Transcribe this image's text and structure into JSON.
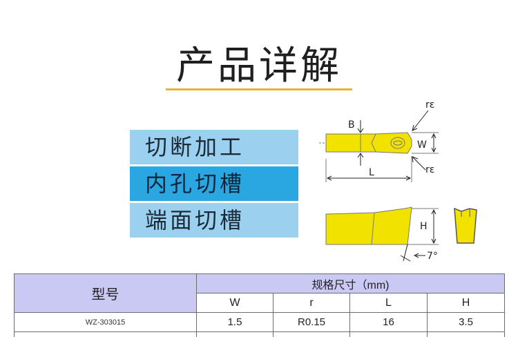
{
  "title": "产品详解",
  "applications": [
    "切断加工",
    "内孔切槽",
    "端面切槽"
  ],
  "diagram": {
    "labels": {
      "b": "B",
      "w": "W",
      "l": "L",
      "h": "H",
      "r_top": "rε",
      "r_bottom": "rε",
      "angle": "7°"
    }
  },
  "table": {
    "model_header": "型号",
    "group_header": "规格尺寸（mm)",
    "columns": [
      "W",
      "r",
      "L",
      "H"
    ],
    "rows": [
      {
        "model": "WZ-303015",
        "W": "1.5",
        "r": "R0.15",
        "L": "16",
        "H": "3.5"
      }
    ]
  },
  "colors": {
    "accent_rule": "#e8b230",
    "band_light": "#9bd0ef",
    "band_dark": "#2aa6e0",
    "header_lavender": "#c9c9f3",
    "tool_yellow": "#f2e200"
  }
}
